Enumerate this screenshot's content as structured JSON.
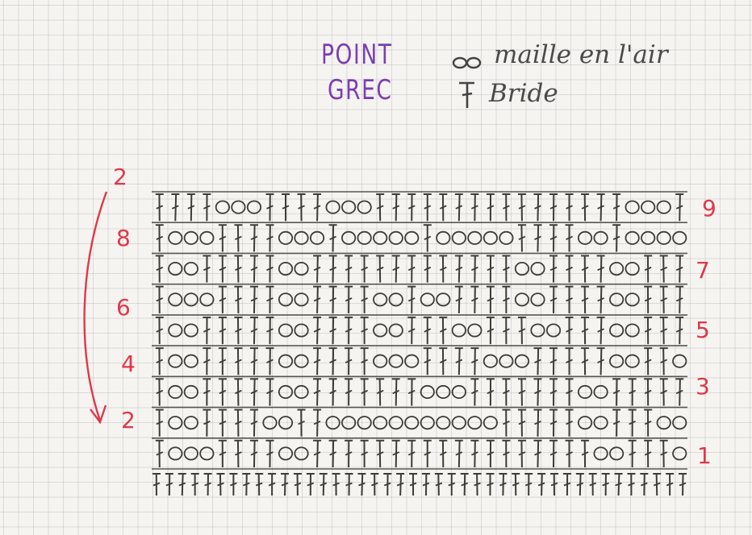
{
  "title": {
    "line1": "POINT",
    "line2": "GREC"
  },
  "legend": [
    {
      "symbol": "chain",
      "symbol_glyph": "∞",
      "label": "maille en l'air"
    },
    {
      "symbol": "double-crochet",
      "symbol_glyph": "┬",
      "label": "Bride"
    }
  ],
  "row_numbers_right": [
    "9",
    "7",
    "5",
    "3",
    "1"
  ],
  "row_numbers_left": [
    "2",
    "8",
    "6",
    "4",
    "2"
  ],
  "colors": {
    "title_ink": "#7b3fb0",
    "chart_ink": "#3b3d36",
    "row_number_ink": "#e0384a",
    "paper": "#f6f4f1"
  },
  "chart_data": {
    "type": "crochet-chart",
    "rows": 9,
    "columns": 34,
    "symbol_rows": [
      "1111CCC1111CCC1111111111111111CCC1",
      "1CCC1111CCC1CCCCC1CCCCC1111CC1CCCC",
      "1CC11111CC1111111111111CC1111CC111",
      "1CCC1111CC1111CC1CC1111CC1111CC111",
      "1CC11111CC1111CC111CC111CC111CC111",
      "1CC11111CC1111CCC1111CCC11111CC11C",
      "1CC11111CC1111111CCC1111111CC11111",
      "1CC1111CC11CCCCCCCCCCC11111CC111CC",
      "1CCC1111CC111111111111111111CC111C"
    ],
    "foundation": "double crochet base row"
  }
}
